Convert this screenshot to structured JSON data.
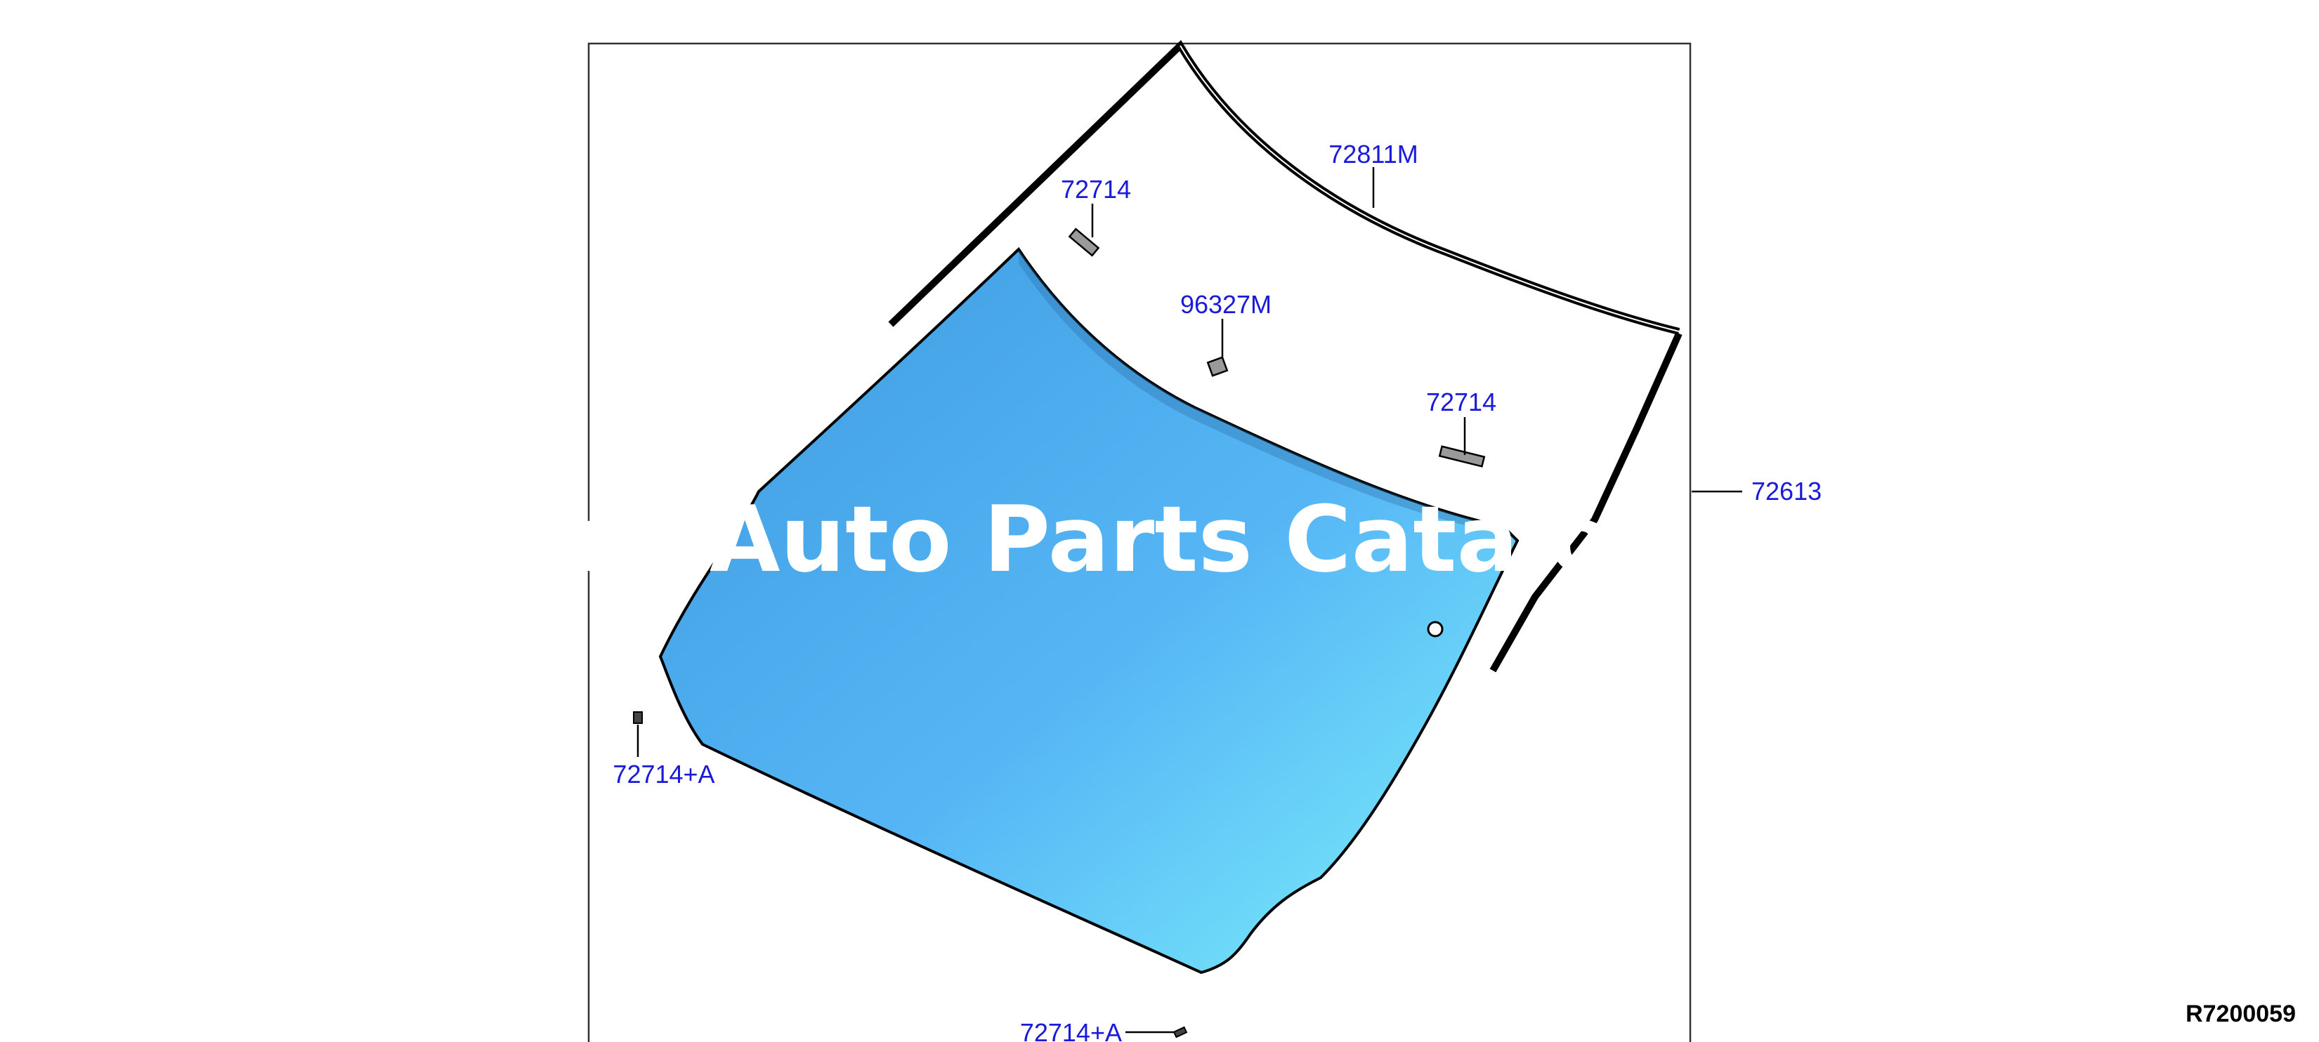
{
  "colors": {
    "callout_text": "#1a1adb",
    "outline": "#000000",
    "frame": "#333333",
    "glass_top": "#3d9be0",
    "glass_mid": "#56b6f5",
    "glass_bottom": "#7df0fb",
    "clip_fill": "#9a9a9a",
    "watermark": "#ffffff"
  },
  "callouts": {
    "moulding_upper": "72811M",
    "clip_upper_left": "72714",
    "sticker_center": "96327M",
    "clip_upper_right": "72714",
    "side_moulding": "72613",
    "spacer_left": "72714+A",
    "spacer_bottom": "72714+A"
  },
  "watermark_text": "nt Auto Parts Catalo",
  "diagram_code": "R7200059"
}
